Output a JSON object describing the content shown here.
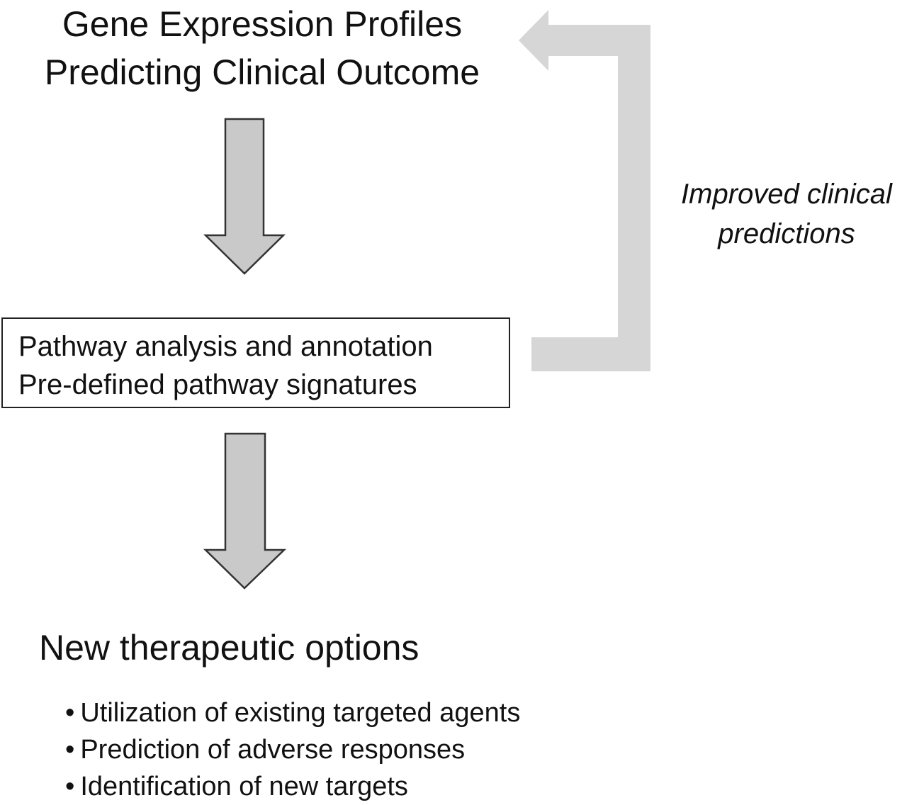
{
  "header": {
    "title_line1": "Gene Expression Profiles",
    "title_line2": "Predicting Clinical Outcome"
  },
  "analysis_box": {
    "line1": "Pathway analysis and annotation",
    "line2": "Pre-defined pathway signatures"
  },
  "feedback": {
    "line1": "Improved clinical",
    "line2": "predictions"
  },
  "outcome": {
    "title": "New therapeutic options",
    "bullet_glyph": "•",
    "items": [
      "Utilization of existing targeted agents",
      "Prediction of adverse responses",
      "Identification of new targets"
    ]
  },
  "colors": {
    "down_arrow_fill": "#c9c9c9",
    "down_arrow_stroke": "#333333",
    "feedback_arrow_fill": "#d6d6d6"
  }
}
